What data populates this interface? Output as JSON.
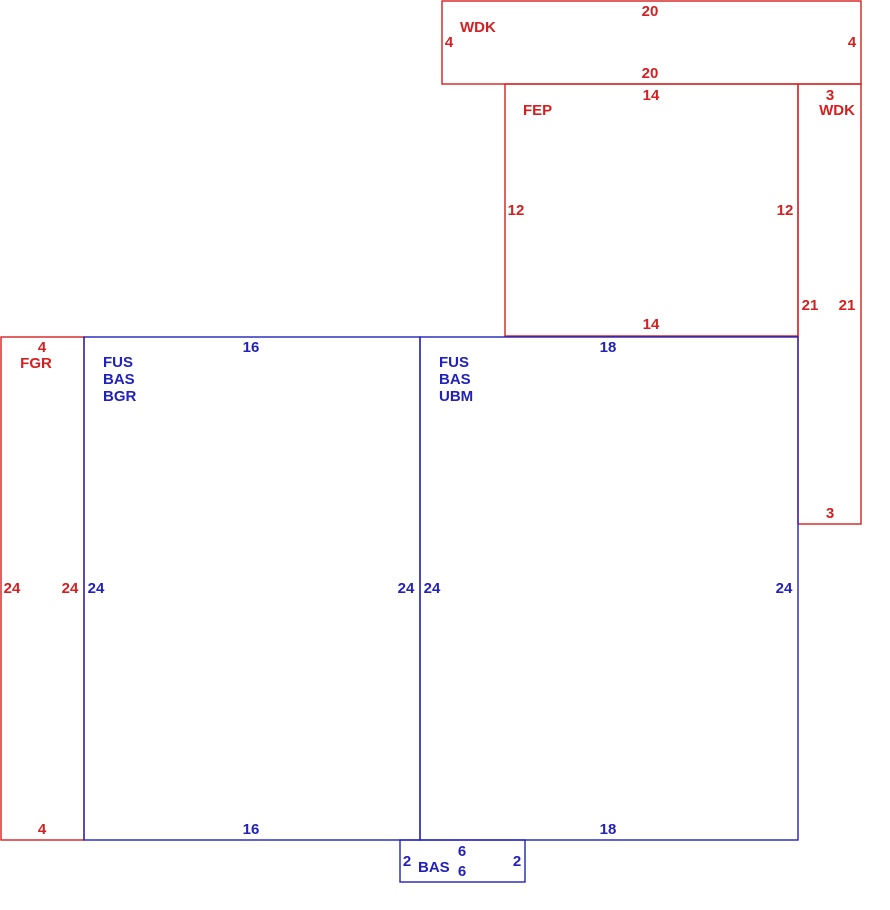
{
  "colors": {
    "red": "#d42020",
    "blue": "#2222bb",
    "background": "#ffffff"
  },
  "sections": {
    "wdk_top": {
      "codes": [
        "WDK"
      ],
      "dims": {
        "top": "20",
        "bottom": "20",
        "left": "4",
        "right": "4"
      }
    },
    "fep": {
      "codes": [
        "FEP"
      ],
      "dims": {
        "top": "14",
        "bottom": "14",
        "left": "12",
        "right": "12"
      }
    },
    "wdk_side": {
      "codes": [
        "WDK"
      ],
      "dims": {
        "top": "3",
        "bottom": "3",
        "left": "21",
        "right": "21"
      }
    },
    "fgr": {
      "codes": [
        "FGR"
      ],
      "dims": {
        "top": "4",
        "bottom": "4",
        "left": "24",
        "right": "24"
      }
    },
    "main_left": {
      "codes": [
        "FUS",
        "BAS",
        "BGR"
      ],
      "dims": {
        "top": "16",
        "bottom": "16",
        "left": "24",
        "right": "24"
      }
    },
    "main_right": {
      "codes": [
        "FUS",
        "BAS",
        "UBM"
      ],
      "dims": {
        "top": "18",
        "bottom": "18",
        "left": "24",
        "right": "24"
      }
    },
    "bas_small": {
      "codes": [
        "BAS"
      ],
      "dims": {
        "top": "6",
        "bottom": "6",
        "left": "2",
        "right": "2"
      }
    }
  }
}
